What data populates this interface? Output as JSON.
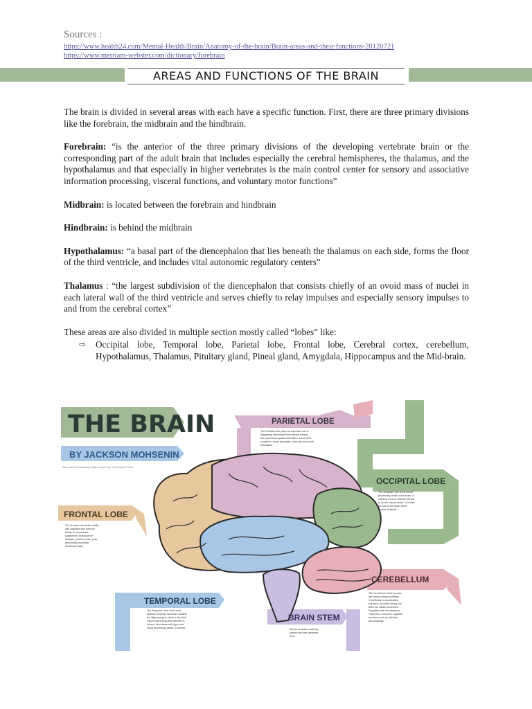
{
  "sources": {
    "title": "Sources :",
    "links": [
      "https://www.health24.com/Mental-Health/Brain/Anatomy-of-the-brain/Brain-areas-and-their-functions-20120721",
      "https://www.merriam-webster.com/dictionary/forebrain"
    ]
  },
  "header": {
    "title": "AREAS AND FUNCTIONS OF THE BRAIN"
  },
  "body": {
    "intro": "The brain is divided in several areas with each have a specific function. First, there are three primary divisions like the forebrain, the midbrain and the hindbrain.",
    "sections": [
      {
        "term": "Forebrain:",
        "text": " “is the anterior of the three primary divisions of the developing vertebrate brain or the corresponding part of the adult brain that includes especially the cerebral hemispheres, the thalamus, and the hypothalamus and that especially in higher vertebrates is the main control center for sensory and associative information processing, visceral functions, and voluntary motor functions”"
      },
      {
        "term": "Midbrain:",
        "text": " is located between the forebrain and hindbrain"
      },
      {
        "term": "Hindbrain:",
        "text": " is behind the midbrain"
      },
      {
        "term": "Hypothalamus:",
        "text": " “a basal part of the diencephalon that lies beneath the thalamus on each side, forms the floor of the third ventricle, and includes vital autonomic regulatory centers”"
      },
      {
        "term": "Thalamus",
        "text": " : “the largest subdivision of the diencephalon that consists chiefly of an ovoid mass of nuclei in each lateral wall of the third ventricle and serves chiefly to relay impulses and especially sensory impulses to and from the cerebral cortex”"
      }
    ],
    "lobes_intro": "These areas are also divided in multiple section mostly called “lobes” like:",
    "bullet_marker": "⇨",
    "lobes_list": "Occipital lobe, Temporal lobe, Parietal lobe, Frontal lobe, Cerebral cortex, cerebellum, Hypothalamus, Thalamus, Pituitary gland, Pineal gland, Amygdala, Hippocampus and the Mid-brain."
  },
  "infographic": {
    "title": "THE BRAIN",
    "author": "BY JACKSON MOHSENIN",
    "credit": "Slide with fonts Bevelless, Spain. Inspired by: Colorfinal Art Forms",
    "labels": [
      {
        "name": "PARIETAL LOBE",
        "desc": [
          "The Parietal Lobe plays an important role in",
          "integrating information from several senses.",
          "Also processes spatial orientation, some parts",
          "of speech, visual perception, and pain and touch",
          "sensations."
        ]
      },
      {
        "name": "OCCIPITAL LOBE",
        "desc": [
          "The Occipital Lobe is the visual",
          "processing center of the brain. It",
          "contains most of what is referred",
          "to as the \"visual cortex\". It is also",
          "the part of the brain where",
          "dreams originate."
        ]
      },
      {
        "name": "FRONTAL LOBE",
        "desc": [
          "The Frontal Lobe deals chiefly",
          "with cognition and memory.",
          "Ability to concentrate,",
          "judgement, consequence",
          "analysis, problem solve, plan,",
          "personality (including",
          "emotional traits)."
        ]
      },
      {
        "name": "CEREBELLUM",
        "desc": [
          "The Cerebellum chief function",
          "are motion-related activities.",
          "Contributes to coordination,",
          "precision, accurate timing, but",
          "does not initiate movement.",
          "Regulates fear and pleasure",
          "responses, and some cognitive",
          "functions such as attention",
          "and language."
        ]
      },
      {
        "name": "TEMPORAL LOBE",
        "desc": [
          "The Temporal Lobe is the chief",
          "auditory receptive area and contains",
          "the Hippocampus, which is the chief",
          "region where long-term memory is",
          "formed. Also deals with high-level",
          "visual processing (faces & scenes)."
        ]
      },
      {
        "name": "BRAIN STEM",
        "desc": [
          "Serves as brain's warning",
          "system and sets alertness",
          "level."
        ]
      }
    ]
  },
  "colors": {
    "band": "#a3b896",
    "frontal": "#e6c79e",
    "parietal": "#d7b4cc",
    "temporal": "#a8c6e6",
    "occipital": "#9ab98e",
    "cerebellum": "#e7b0b8",
    "brainstem": "#c9bde0",
    "title_green": "#a3b896",
    "author_blue": "#a8c6e6"
  }
}
